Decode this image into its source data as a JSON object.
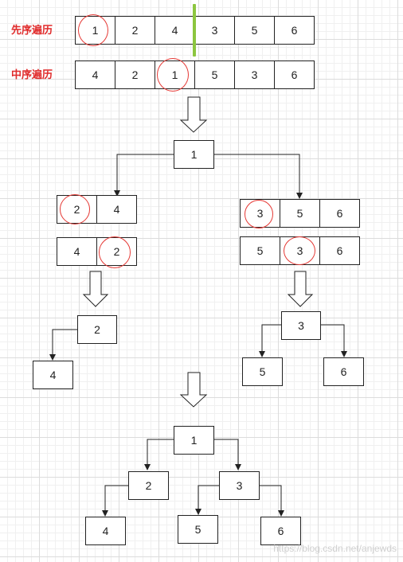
{
  "labels": {
    "preorder": "先序遍历",
    "inorder": "中序遍历"
  },
  "preorder_cells": [
    "1",
    "2",
    "4",
    "3",
    "5",
    "6"
  ],
  "inorder_cells": [
    "4",
    "2",
    "1",
    "5",
    "3",
    "6"
  ],
  "stage2": {
    "root": "1",
    "left_pre": [
      "2",
      "4"
    ],
    "left_in": [
      "4",
      "2"
    ],
    "right_pre": [
      "3",
      "5",
      "6"
    ],
    "right_in": [
      "5",
      "3",
      "6"
    ]
  },
  "stage3": {
    "left_root": "2",
    "left_child": "4",
    "right_root": "3",
    "right_left": "5",
    "right_right": "6"
  },
  "final_tree": {
    "root": "1",
    "left": "2",
    "right": "3",
    "left_left": "4",
    "right_left": "5",
    "right_right": "6"
  },
  "colors": {
    "highlight_circle": "#e53935",
    "split_marker": "#8cc63f",
    "label_red": "#e02b2b"
  },
  "watermark": "https://blog.csdn.net/anjewds"
}
